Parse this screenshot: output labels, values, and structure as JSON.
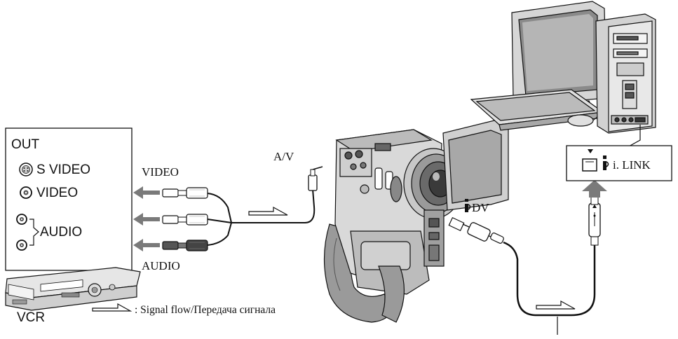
{
  "vcr_panel": {
    "out_label": "OUT",
    "s_video_label": "S VIDEO",
    "video_label": "VIDEO",
    "audio_label": "AUDIO",
    "device_label": "VCR"
  },
  "cable_labels": {
    "video": "VIDEO",
    "audio": "AUDIO",
    "av": "A/V",
    "dv": "DV"
  },
  "computer": {
    "ilink_label": "i. LINK"
  },
  "legend": {
    "signal_flow": ": Signal flow/Передача сигнала"
  },
  "colors": {
    "line": "#111111",
    "arrow_fill": "#7a7a7a",
    "gray_light": "#d4d4d4",
    "gray_mid": "#9a9a9a",
    "gray_dark": "#555555"
  }
}
